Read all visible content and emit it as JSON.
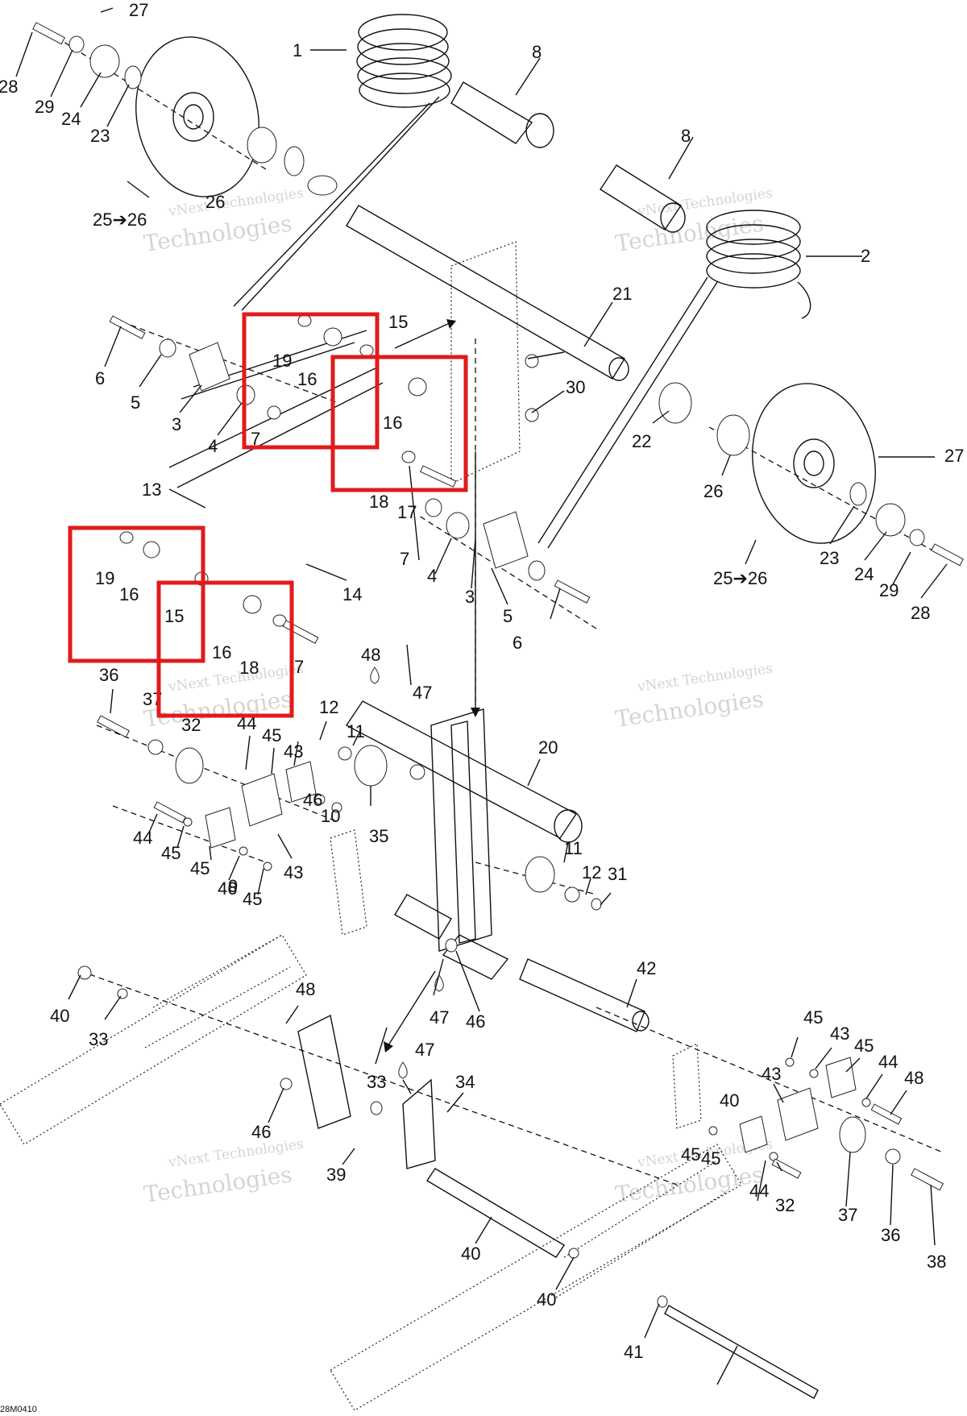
{
  "figure_code": "28M0410",
  "watermark": {
    "line1": "vNext Technologies",
    "line2": "Technologies"
  },
  "callouts": [
    {
      "id": "c27a",
      "label": "27"
    },
    {
      "id": "c28a",
      "label": "28"
    },
    {
      "id": "c29a",
      "label": "29"
    },
    {
      "id": "c24a",
      "label": "24"
    },
    {
      "id": "c23a",
      "label": "23"
    },
    {
      "id": "c1",
      "label": "1"
    },
    {
      "id": "c8a",
      "label": "8"
    },
    {
      "id": "c8b",
      "label": "8"
    },
    {
      "id": "c2",
      "label": "2"
    },
    {
      "id": "c26a",
      "label": "26"
    },
    {
      "id": "c2526a",
      "label": "25➔26"
    },
    {
      "id": "c21",
      "label": "21"
    },
    {
      "id": "c15a",
      "label": "15"
    },
    {
      "id": "c19a",
      "label": "19"
    },
    {
      "id": "c16a",
      "label": "16"
    },
    {
      "id": "c7a",
      "label": "7"
    },
    {
      "id": "c16b",
      "label": "16"
    },
    {
      "id": "c30",
      "label": "30"
    },
    {
      "id": "c6a",
      "label": "6"
    },
    {
      "id": "c5a",
      "label": "5"
    },
    {
      "id": "c3a",
      "label": "3"
    },
    {
      "id": "c4a",
      "label": "4"
    },
    {
      "id": "c22",
      "label": "22"
    },
    {
      "id": "c18a",
      "label": "18"
    },
    {
      "id": "c17",
      "label": "17"
    },
    {
      "id": "c26b",
      "label": "26"
    },
    {
      "id": "c27b",
      "label": "27"
    },
    {
      "id": "c13",
      "label": "13"
    },
    {
      "id": "c7b",
      "label": "7"
    },
    {
      "id": "c4b",
      "label": "4"
    },
    {
      "id": "c23b",
      "label": "23"
    },
    {
      "id": "c24b",
      "label": "24"
    },
    {
      "id": "c29b",
      "label": "29"
    },
    {
      "id": "c2526b",
      "label": "25➔26"
    },
    {
      "id": "c28b",
      "label": "28"
    },
    {
      "id": "c19b",
      "label": "19"
    },
    {
      "id": "c16c",
      "label": "16"
    },
    {
      "id": "c14",
      "label": "14"
    },
    {
      "id": "c3b",
      "label": "3"
    },
    {
      "id": "c5b",
      "label": "5"
    },
    {
      "id": "c6b",
      "label": "6"
    },
    {
      "id": "c15b",
      "label": "15"
    },
    {
      "id": "c16d",
      "label": "16"
    },
    {
      "id": "c18b",
      "label": "18"
    },
    {
      "id": "c7c",
      "label": "7"
    },
    {
      "id": "c48a",
      "label": "48"
    },
    {
      "id": "c47a",
      "label": "47"
    },
    {
      "id": "c36a",
      "label": "36"
    },
    {
      "id": "c37a",
      "label": "37"
    },
    {
      "id": "c32a",
      "label": "32"
    },
    {
      "id": "c44a",
      "label": "44"
    },
    {
      "id": "c45a",
      "label": "45"
    },
    {
      "id": "c43a",
      "label": "43"
    },
    {
      "id": "c12a",
      "label": "12"
    },
    {
      "id": "c11a",
      "label": "11"
    },
    {
      "id": "c20",
      "label": "20"
    },
    {
      "id": "c44b",
      "label": "44"
    },
    {
      "id": "c45b",
      "label": "45"
    },
    {
      "id": "c46a",
      "label": "46"
    },
    {
      "id": "c10",
      "label": "10"
    },
    {
      "id": "c35",
      "label": "35"
    },
    {
      "id": "c43b",
      "label": "43"
    },
    {
      "id": "c45c",
      "label": "45"
    },
    {
      "id": "c46b",
      "label": "46"
    },
    {
      "id": "c45d",
      "label": "45"
    },
    {
      "id": "c9",
      "label": "9"
    },
    {
      "id": "c11b",
      "label": "11"
    },
    {
      "id": "c12b",
      "label": "12"
    },
    {
      "id": "c31",
      "label": "31"
    },
    {
      "id": "c42",
      "label": "42"
    },
    {
      "id": "c40a",
      "label": "40"
    },
    {
      "id": "c33a",
      "label": "33"
    },
    {
      "id": "c48b",
      "label": "48"
    },
    {
      "id": "c47b",
      "label": "47"
    },
    {
      "id": "c46c",
      "label": "46"
    },
    {
      "id": "c45e",
      "label": "45"
    },
    {
      "id": "c43c",
      "label": "43"
    },
    {
      "id": "c45f",
      "label": "45"
    },
    {
      "id": "c44c",
      "label": "44"
    },
    {
      "id": "c48c",
      "label": "48"
    },
    {
      "id": "c47c",
      "label": "47"
    },
    {
      "id": "c33b",
      "label": "33"
    },
    {
      "id": "c34",
      "label": "34"
    },
    {
      "id": "c43d",
      "label": "43"
    },
    {
      "id": "c40b",
      "label": "40"
    },
    {
      "id": "c46d",
      "label": "46"
    },
    {
      "id": "c45g",
      "label": "45"
    },
    {
      "id": "c45h",
      "label": "45"
    },
    {
      "id": "c44d",
      "label": "44"
    },
    {
      "id": "c32b",
      "label": "32"
    },
    {
      "id": "c37b",
      "label": "37"
    },
    {
      "id": "c36b",
      "label": "36"
    },
    {
      "id": "c38",
      "label": "38"
    },
    {
      "id": "c39",
      "label": "39"
    },
    {
      "id": "c40c",
      "label": "40"
    },
    {
      "id": "c40d",
      "label": "40"
    },
    {
      "id": "c41",
      "label": "41"
    }
  ],
  "highlight_boxes": [
    {
      "id": "hb1",
      "parts": "19 16 7"
    },
    {
      "id": "hb2",
      "parts": "16 18"
    },
    {
      "id": "hb3",
      "parts": "19 16 15"
    },
    {
      "id": "hb4",
      "parts": "16 18"
    }
  ]
}
